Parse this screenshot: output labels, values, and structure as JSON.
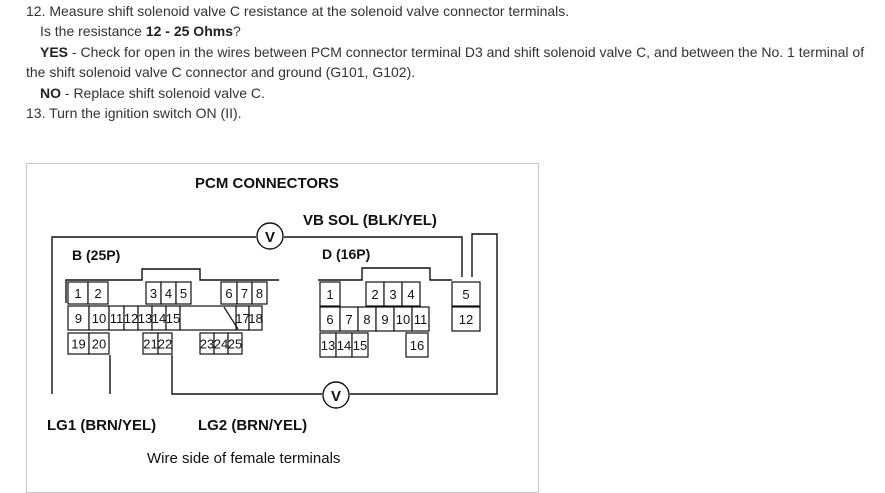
{
  "steps": {
    "step12": {
      "line1": "12. Measure shift solenoid valve C resistance at the solenoid valve connector terminals.",
      "question_prefix": "Is the resistance ",
      "question_value": "12 - 25 Ohms",
      "question_suffix": "?",
      "yes_label": "YES",
      "yes_text_line1": " - Check for open in the wires between PCM connector terminal D3 and shift solenoid valve C, and between the No. 1 terminal of",
      "yes_text_line2": "the shift solenoid valve C connector and ground (G101, G102).",
      "no_label": "NO",
      "no_text": " - Replace shift solenoid valve C."
    },
    "step13": {
      "line1": "13. Turn the ignition switch ON (II)."
    }
  },
  "diagram": {
    "title": "PCM CONNECTORS",
    "vb_sol_label": "VB SOL (BLK/YEL)",
    "connector_b_label": "B (25P)",
    "connector_d_label": "D (16P)",
    "lg1_label": "LG1 (BRN/YEL)",
    "lg2_label": "LG2 (BRN/YEL)",
    "caption": "Wire side of female terminals",
    "voltmeter_symbol": "V",
    "connector_b_cells": [
      "1",
      "2",
      "3",
      "4",
      "5",
      "6",
      "7",
      "8",
      "9",
      "10",
      "11",
      "12",
      "13",
      "14",
      "15",
      "17",
      "18",
      "19",
      "20",
      "21",
      "22",
      "23",
      "24",
      "25"
    ],
    "connector_d_cells": [
      "1",
      "2",
      "3",
      "4",
      "5",
      "6",
      "7",
      "8",
      "9",
      "10",
      "11",
      "12",
      "13",
      "14",
      "15",
      "16"
    ]
  }
}
